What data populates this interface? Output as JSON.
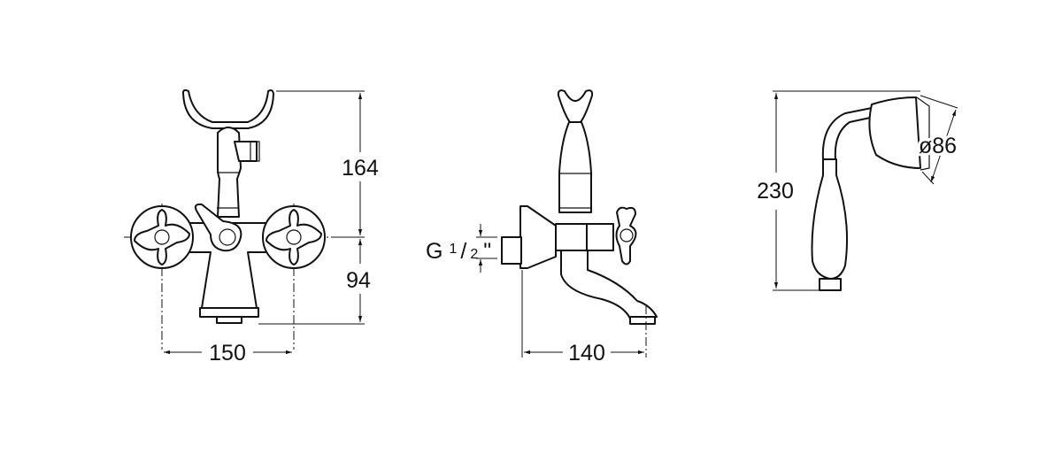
{
  "front_view": {
    "height_upper": "164",
    "height_lower": "94",
    "width": "150"
  },
  "side_view": {
    "thread_label": "G",
    "thread_num": "1",
    "thread_den": "2",
    "thread_unit": "\"",
    "projection": "140"
  },
  "hand_shower": {
    "length": "230",
    "diameter": "ø86"
  }
}
